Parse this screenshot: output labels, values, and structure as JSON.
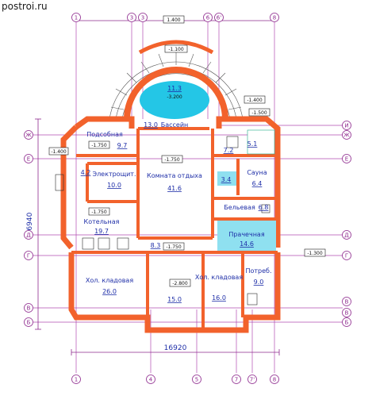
{
  "watermark": "postroi.ru",
  "dimensions": {
    "width": "16920",
    "height": "16940"
  },
  "axes": {
    "top": [
      "1",
      "3",
      "3",
      "6",
      "6'",
      "8"
    ],
    "bottom": [
      "1",
      "4",
      "5",
      "7",
      "7'",
      "8"
    ],
    "left": [
      "Ж",
      "Е",
      "Д",
      "Г",
      "В",
      "Б"
    ],
    "right": [
      "И",
      "Ж",
      "Е",
      "Д",
      "Г",
      "В",
      "В",
      "Б"
    ]
  },
  "levels": {
    "top_span": "1.400",
    "stair_top": "-1.100",
    "pool_right_a": "-1.400",
    "pool_right_b": "-1.500",
    "left_e": "-1.400",
    "podsobnaya": "-1.750",
    "rest_room": "-1.750",
    "kotelnaya": "-1.750",
    "corridor": "-1.750",
    "right_g": "-1.300",
    "kladovaya_step": "-2.800"
  },
  "pool": {
    "area": "11.3",
    "level": "-3.200",
    "name": "Бассейн",
    "area2": "13.0"
  },
  "rooms": {
    "podsobnaya": {
      "name": "Подсобная",
      "area": "9.7"
    },
    "elektro": {
      "name": "Электрощит.",
      "area": "10.0"
    },
    "rest": {
      "name": "Комната отдыха",
      "area": "41.6"
    },
    "kotelnaya": {
      "name": "Котельная",
      "area": "19.7"
    },
    "small42": {
      "area": "4.2"
    },
    "hall72": {
      "area": "7.2"
    },
    "room51": {
      "area": "5.1"
    },
    "shower": {
      "area": "3.4"
    },
    "sauna": {
      "name": "Сауна",
      "area": "6.4"
    },
    "laundry": {
      "name": "Бельевая",
      "area": "6.8"
    },
    "prachechnaya": {
      "name": "Прачечная",
      "area": "14.6"
    },
    "corridor83": {
      "area": "8.3"
    },
    "kladovaya1": {
      "name": "Хол. кладовая",
      "area": "26.0"
    },
    "kladovaya2": {
      "name": "Хол. кладовая",
      "area": "16.0"
    },
    "stair15": {
      "area": "15.0"
    },
    "potreb": {
      "name": "Потреб.",
      "area": "9.0"
    }
  },
  "colors": {
    "wall": "#f2622c",
    "dimension": "#8e2a8e",
    "label": "#1f2fa8",
    "pool": "#24c6e6",
    "tile": "#8fe0f0"
  }
}
